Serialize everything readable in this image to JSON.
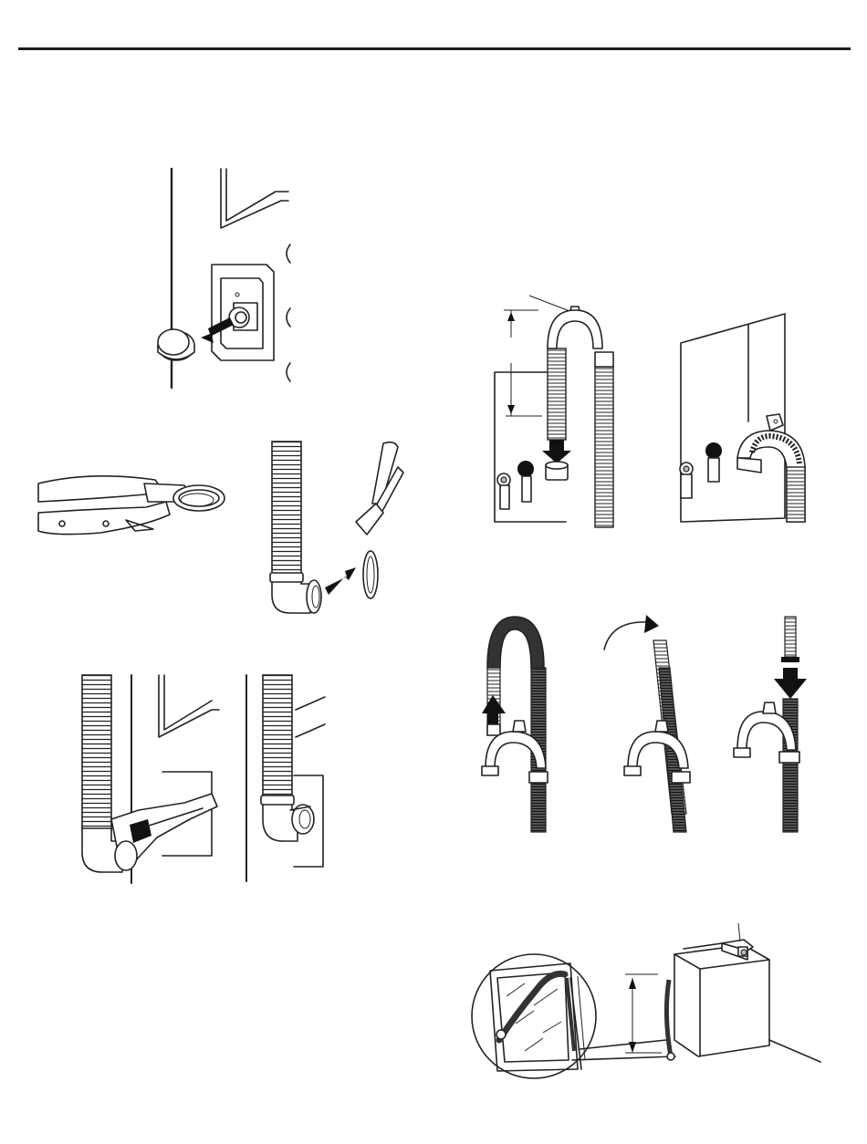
{
  "page": {
    "background": "#ffffff",
    "ink": "#222222"
  },
  "figures": [
    {
      "id": "fig-remove-cap",
      "icon": "cap-removal-diagram"
    },
    {
      "id": "fig-pliers-clamp",
      "icon": "pliers-clamp-diagram"
    },
    {
      "id": "fig-hose-clamp-remove",
      "icon": "hose-elbow-clamp-diagram"
    },
    {
      "id": "fig-wrench-attach",
      "icon": "wrench-connector-diagram"
    },
    {
      "id": "fig-hose-attached",
      "icon": "hose-attached-diagram"
    },
    {
      "id": "fig-standpipe-insert",
      "icon": "standpipe-insert-diagram"
    },
    {
      "id": "fig-laundry-tub",
      "icon": "laundry-tub-diagram"
    },
    {
      "id": "fig-hose-guide-steps",
      "icon": "hose-guide-steps-diagram"
    },
    {
      "id": "fig-floor-drain",
      "icon": "floor-drain-diagram"
    }
  ]
}
